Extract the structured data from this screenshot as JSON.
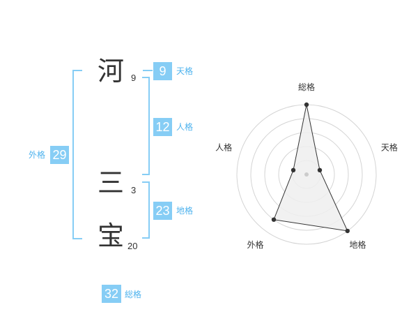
{
  "name": {
    "chars": [
      {
        "char": "河",
        "strokes": "9"
      },
      {
        "char": "三",
        "strokes": "3"
      },
      {
        "char": "宝",
        "strokes": "20"
      }
    ]
  },
  "grades": {
    "tenkaku": {
      "label": "天格",
      "value": "9"
    },
    "jinkaku": {
      "label": "人格",
      "value": "12"
    },
    "chikaku": {
      "label": "地格",
      "value": "23"
    },
    "gaikaku": {
      "label": "外格",
      "value": "29"
    },
    "soukaku": {
      "label": "総格",
      "value": "32"
    }
  },
  "colors": {
    "accent": "#86cdf5",
    "accent_text": "#4fb3ee"
  },
  "chart_data": {
    "type": "radar",
    "axes": [
      "総格",
      "天格",
      "地格",
      "外格",
      "人格"
    ],
    "values": [
      5,
      1,
      5,
      4,
      1
    ],
    "rmax": 5,
    "rings": 5
  }
}
